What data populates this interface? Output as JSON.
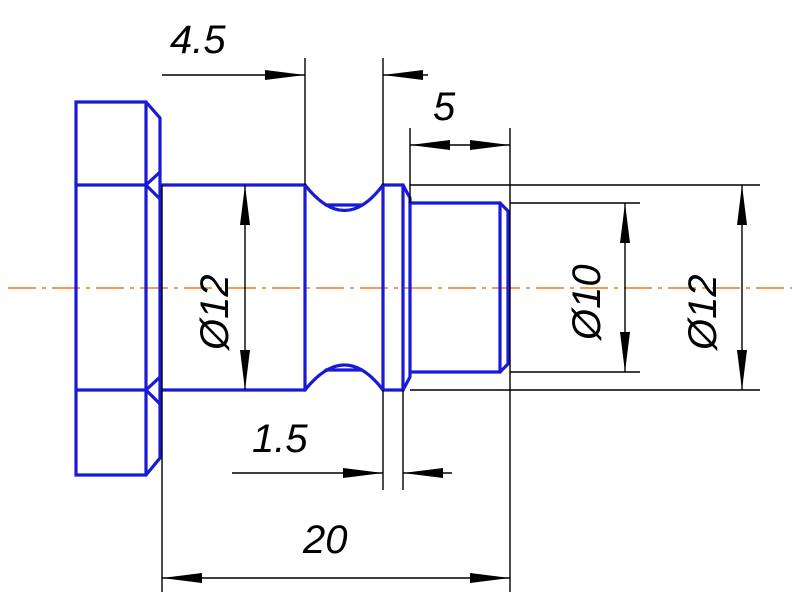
{
  "drawing": {
    "colors": {
      "part_outline": "#1a1ad6",
      "dimension_lines": "#000000",
      "center_axis": "#f07820"
    },
    "dimensions": {
      "length_4_5": "4.5",
      "length_5": "5",
      "length_1_5": "1.5",
      "length_20": "20",
      "diameter_12_left": "Ø12",
      "diameter_10": "Ø10",
      "diameter_12_right": "Ø12"
    }
  }
}
